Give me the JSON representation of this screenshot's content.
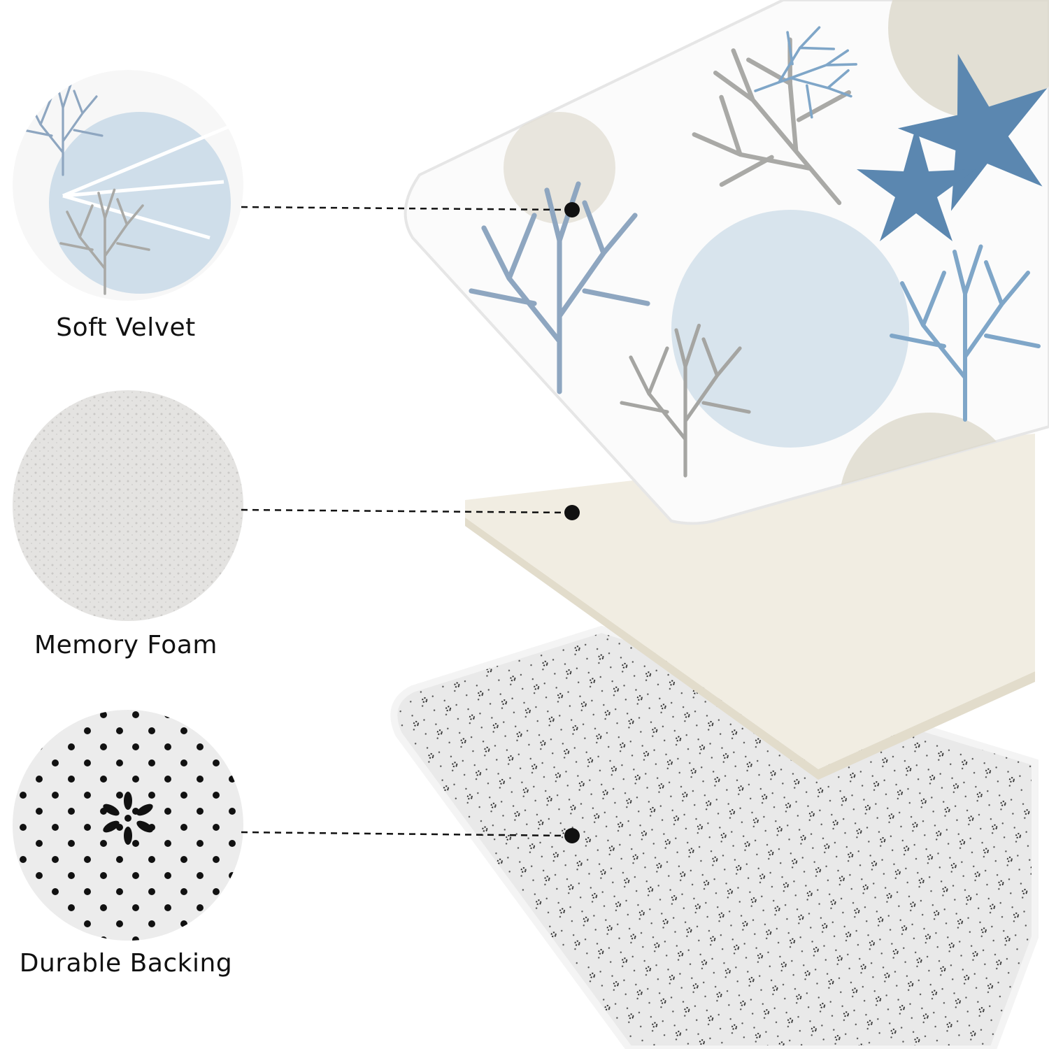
{
  "layers": [
    {
      "label": "Soft Velvet",
      "icon": "velvet-swatch-icon"
    },
    {
      "label": "Memory Foam",
      "icon": "foam-swatch-icon"
    },
    {
      "label": "Durable Backing",
      "icon": "backing-swatch-icon"
    }
  ],
  "colors": {
    "coral_blue": "#7fa6c8",
    "coral_gray": "#a9a9a6",
    "shell_beige": "#d6d2c4",
    "starfish": "#5b87b0",
    "foam": "#f1ede2",
    "backing": "#e6e6e6",
    "text": "#111111"
  }
}
